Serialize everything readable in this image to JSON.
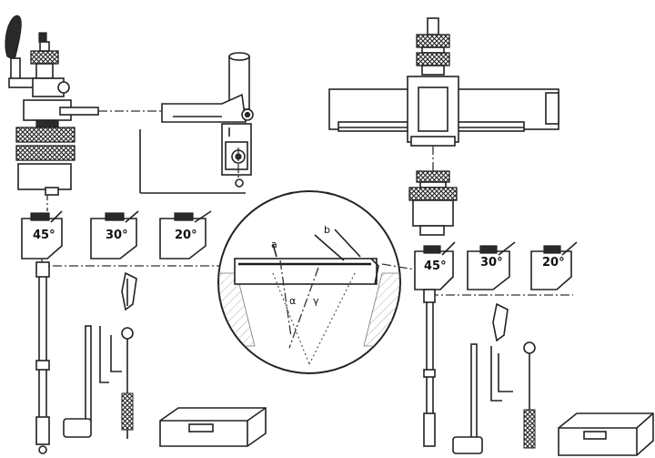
{
  "labels": {
    "left_jig_45": "45°",
    "left_jig_30": "30°",
    "left_jig_20": "20°",
    "right_jig_45": "45°",
    "right_jig_30": "30°",
    "right_jig_20": "20°",
    "detail_a": "a",
    "detail_b": "b",
    "detail_alpha": "α",
    "detail_gamma": "γ"
  }
}
